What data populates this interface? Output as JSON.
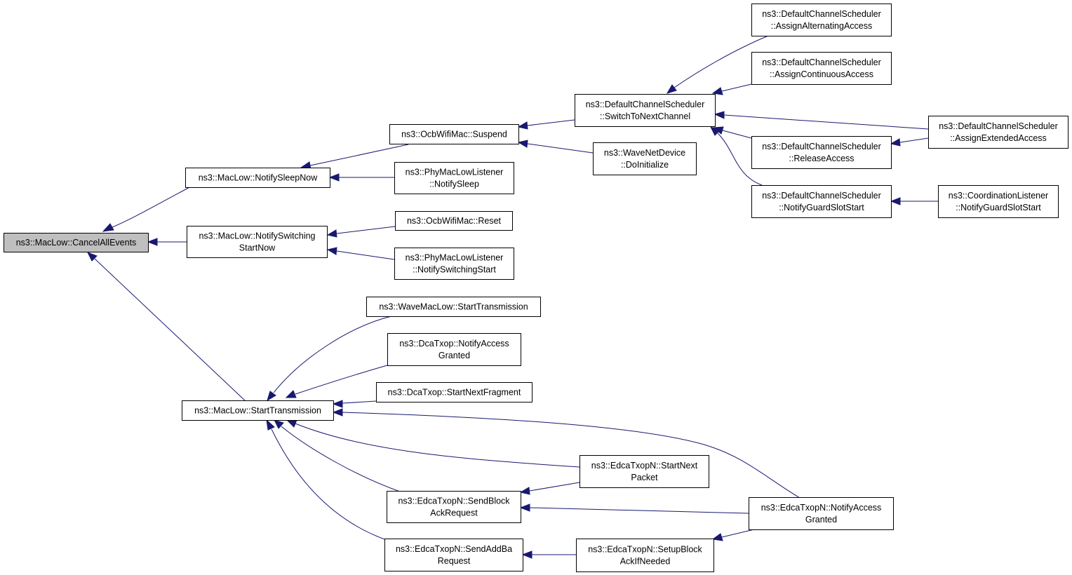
{
  "graph": {
    "colors": {
      "edge": "#191970",
      "node_border": "#000000",
      "node_fill": "#ffffff",
      "focus_fill": "#bfbfbf"
    },
    "nodes": {
      "cancelAllEvents": {
        "lines": [
          "ns3::MacLow::CancelAllEvents"
        ],
        "focus": true
      },
      "notifySleepNow": {
        "lines": [
          "ns3::MacLow::NotifySleepNow"
        ]
      },
      "notifySwitching": {
        "lines": [
          "ns3::MacLow::NotifySwitching",
          "StartNow"
        ]
      },
      "startTransmission": {
        "lines": [
          "ns3::MacLow::StartTransmission"
        ]
      },
      "ocbSuspend": {
        "lines": [
          "ns3::OcbWifiMac::Suspend"
        ]
      },
      "phyNotifySleep": {
        "lines": [
          "ns3::PhyMacLowListener",
          "::NotifySleep"
        ]
      },
      "ocbReset": {
        "lines": [
          "ns3::OcbWifiMac::Reset"
        ]
      },
      "phyNotifySwitching": {
        "lines": [
          "ns3::PhyMacLowListener",
          "::NotifySwitchingStart"
        ]
      },
      "switchToNextChannel": {
        "lines": [
          "ns3::DefaultChannelScheduler",
          "::SwitchToNextChannel"
        ]
      },
      "waveDoInitialize": {
        "lines": [
          "ns3::WaveNetDevice",
          "::DoInitialize"
        ]
      },
      "assignAlternating": {
        "lines": [
          "ns3::DefaultChannelScheduler",
          "::AssignAlternatingAccess"
        ]
      },
      "assignContinuous": {
        "lines": [
          "ns3::DefaultChannelScheduler",
          "::AssignContinuousAccess"
        ]
      },
      "assignExtended": {
        "lines": [
          "ns3::DefaultChannelScheduler",
          "::AssignExtendedAccess"
        ]
      },
      "releaseAccess": {
        "lines": [
          "ns3::DefaultChannelScheduler",
          "::ReleaseAccess"
        ]
      },
      "notifyGuardSlotStart": {
        "lines": [
          "ns3::DefaultChannelScheduler",
          "::NotifyGuardSlotStart"
        ]
      },
      "coordNotifyGuard": {
        "lines": [
          "ns3::CoordinationListener",
          "::NotifyGuardSlotStart"
        ]
      },
      "waveStartTx": {
        "lines": [
          "ns3::WaveMacLow::StartTransmission"
        ]
      },
      "dcaNotifyAccess": {
        "lines": [
          "ns3::DcaTxop::NotifyAccess",
          "Granted"
        ]
      },
      "dcaStartNextFragment": {
        "lines": [
          "ns3::DcaTxop::StartNextFragment"
        ]
      },
      "edcaStartNextPacket": {
        "lines": [
          "ns3::EdcaTxopN::StartNext",
          "Packet"
        ]
      },
      "edcaSendBlockAck": {
        "lines": [
          "ns3::EdcaTxopN::SendBlock",
          "AckRequest"
        ]
      },
      "edcaNotifyAccess": {
        "lines": [
          "ns3::EdcaTxopN::NotifyAccess",
          "Granted"
        ]
      },
      "edcaSendAddBa": {
        "lines": [
          "ns3::EdcaTxopN::SendAddBa",
          "Request"
        ]
      },
      "edcaSetupBlockAck": {
        "lines": [
          "ns3::EdcaTxopN::SetupBlock",
          "AckIfNeeded"
        ]
      }
    }
  }
}
